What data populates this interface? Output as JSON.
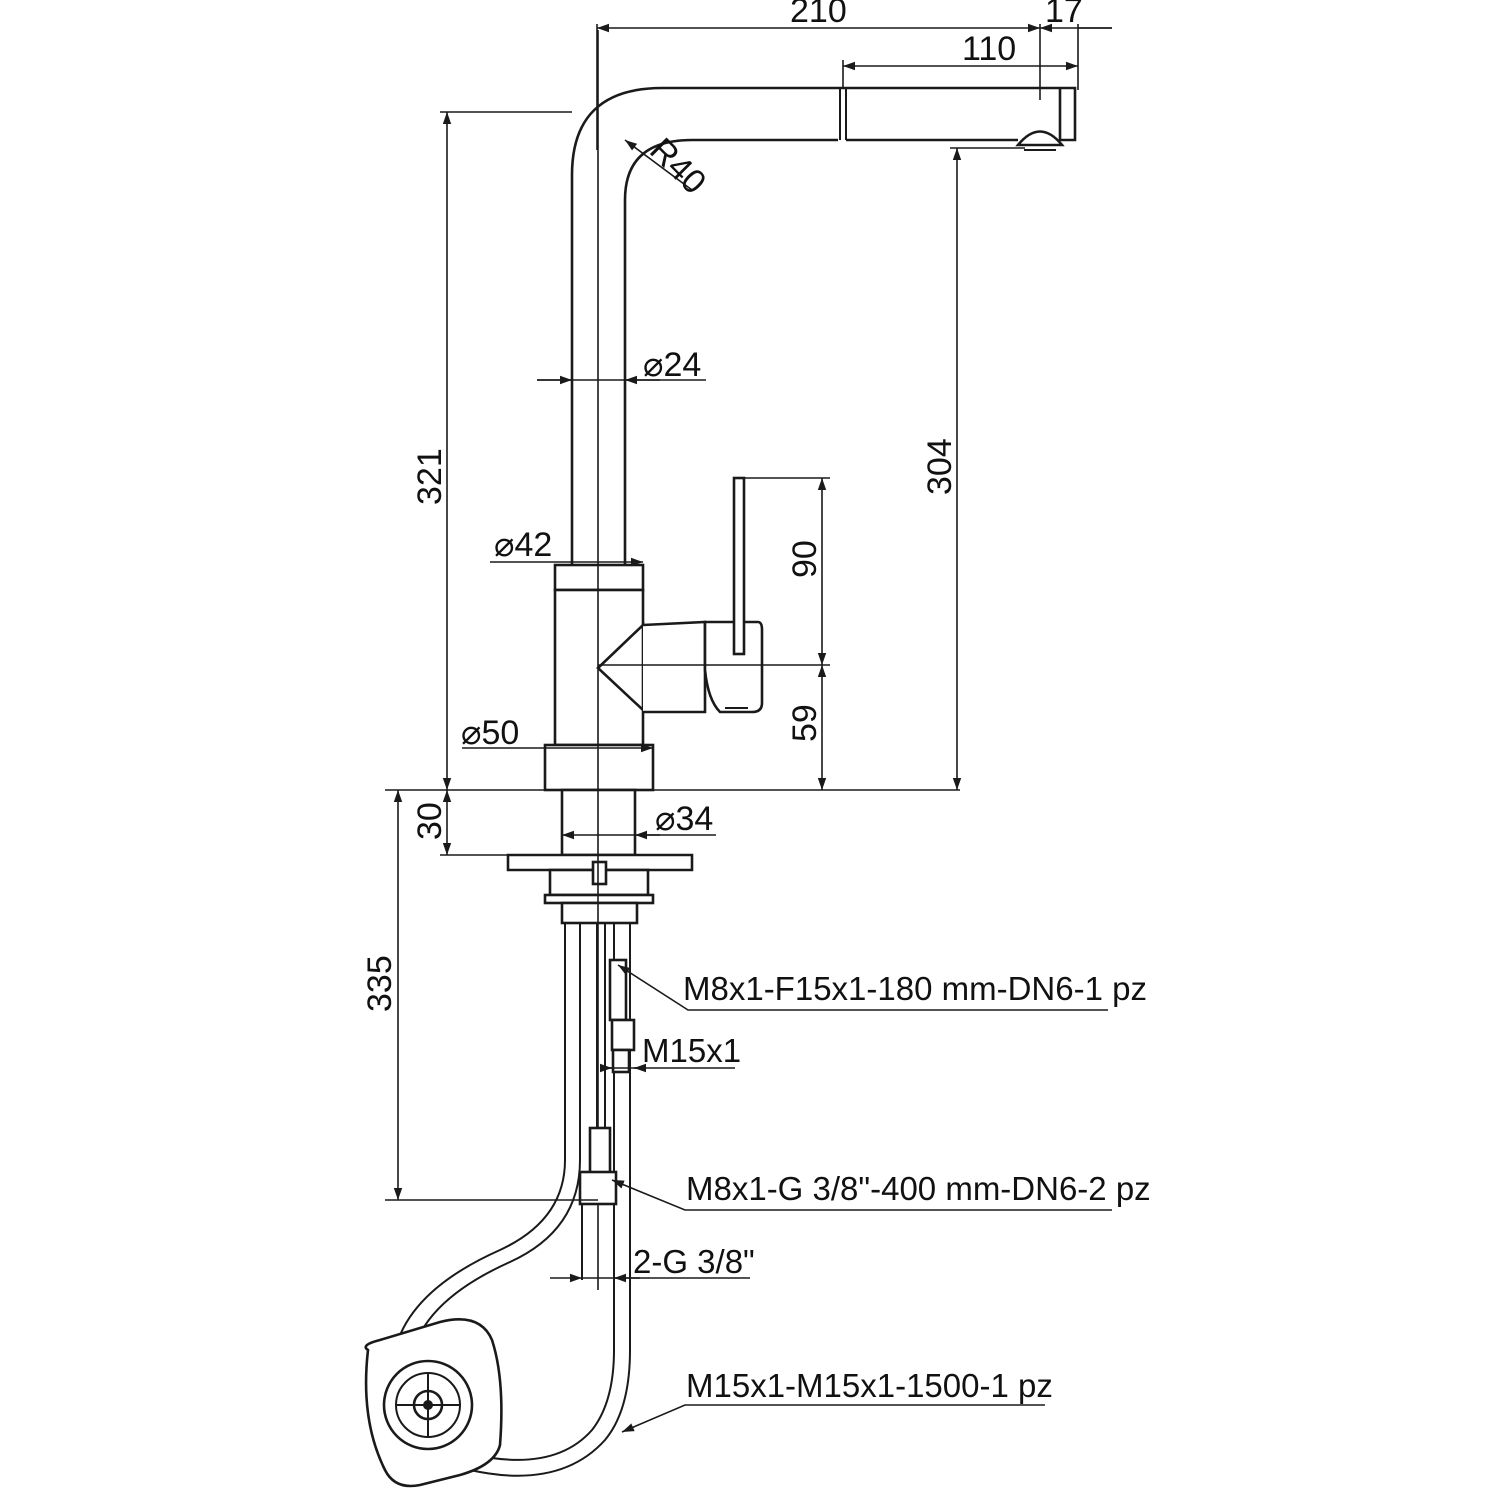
{
  "dimensions": {
    "top_width": "210",
    "spout_tip": "17",
    "spout_head": "110",
    "bend_radius": "R40",
    "total_height": "321",
    "outlet_height": "304",
    "tube_diameter": "⌀24",
    "upper_body_diameter": "⌀42",
    "handle_height": "90",
    "lever_axis_height": "59",
    "base_diameter": "⌀50",
    "shank_height": "30",
    "shank_diameter": "⌀34",
    "under_sink_length": "335"
  },
  "callouts": {
    "hose_short": "M8x1-F15x1-180 mm-DN6-1 pz",
    "thread_m15": "M15x1",
    "hose_long": "M8x1-G 3/8\"-400 mm-DN6-2 pz",
    "connection": "2-G 3/8\"",
    "pullout_hose": "M15x1-M15x1-1500-1 pz"
  },
  "colors": {
    "line": "#1a1a1a",
    "background": "#ffffff"
  }
}
